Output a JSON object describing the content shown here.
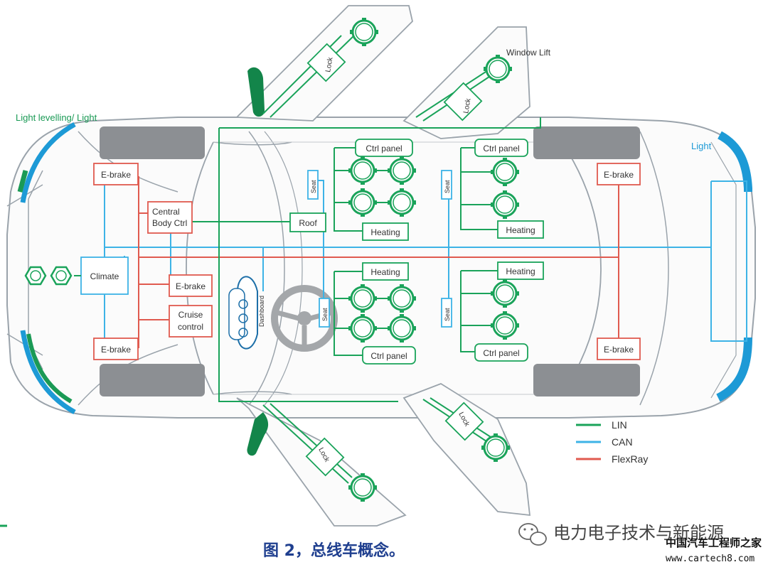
{
  "labels": {
    "light_front": "Light levelling/ Light",
    "light_rear": "Light",
    "window_lift": "Window Lift",
    "ebrake": "E-brake",
    "central_1": "Central",
    "central_2": "Body Ctrl",
    "climate": "Climate",
    "cruise_1": "Cruise",
    "cruise_2": "control",
    "dashboard": "Dashboard",
    "roof": "Roof",
    "ctrl_panel": "Ctrl panel",
    "heating": "Heating",
    "seat": "Seat",
    "lock": "Lock"
  },
  "legend": [
    {
      "name": "LIN",
      "color": "#1aa35a"
    },
    {
      "name": "CAN",
      "color": "#3db3e6"
    },
    {
      "name": "FlexRay",
      "color": "#e05a4f"
    }
  ],
  "colors": {
    "lin": "#1aa35a",
    "can": "#3db3e6",
    "flexray": "#e05a4f",
    "outline": "#9aa3ab",
    "tire": "#8c8f93",
    "light_blue": "#1d9ad6",
    "light_green": "#1a9a55"
  },
  "caption": "图 2，总线车概念。",
  "watermark": "电力电子技术与新能源",
  "site_cn": "中国汽车工程师之家",
  "site_url": "www.cartech8.com"
}
